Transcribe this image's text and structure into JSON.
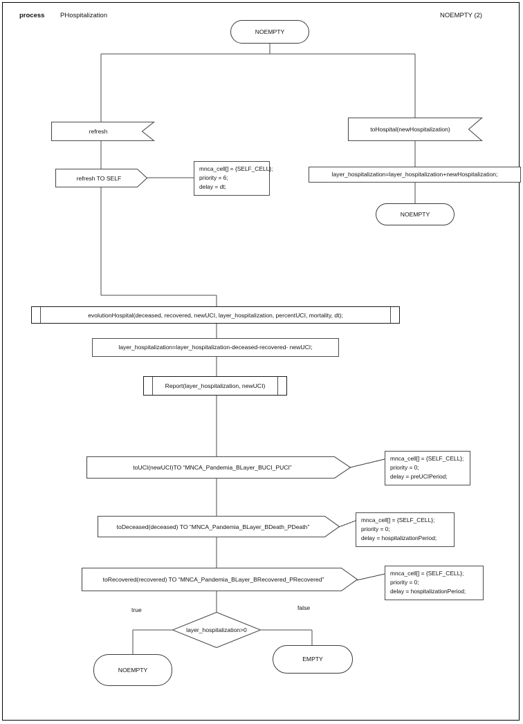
{
  "header": {
    "keyword": "process",
    "process_name": "PHospitalization",
    "state_right": "NOEMPTY (2)"
  },
  "nodes": {
    "start_terminal": "NOEMPTY",
    "refresh_signal": "refresh",
    "refresh_to_self": "refresh TO SELF",
    "refresh_note": "mnca_cell[] = {SELF_CELL};\npriority = 6;\ndelay = dt;",
    "to_hospital_signal": "toHospital(newHospitalization)",
    "hosp_assign": "layer_hospitalization=layer_hospitalization+newHospitalization;",
    "hosp_terminal": "NOEMPTY",
    "evolution_call": "evolutionHospital(deceased, recovered, newUCI, layer_hospitalization, percentUCI, mortality, dt);",
    "subtract_assign": "layer_hospitalization=layer_hospitalization-deceased-recovered- newUCI;",
    "report_call": "Report(layer_hospitalization, newUCI)",
    "to_uci_signal": "toUCI(newUCI)TO “MNCA_Pandemia_BLayer_BUCI_PUCI”",
    "to_uci_note": "mnca_cell[] = {SELF_CELL};\npriority = 0;\ndelay = preUCIPeriod;",
    "to_deceased_signal": "toDeceased(deceased) TO “MNCA_Pandemia_BLayer_BDeath_PDeath”",
    "to_deceased_note": "mnca_cell[] = {SELF_CELL};\npriority = 0;\ndelay = hospitalizationPeriod;",
    "to_recovered_signal": "toRecovered(recovered) TO “MNCA_Pandemia_BLayer_BRecovered_PRecovered”",
    "to_recovered_note": "mnca_cell[] = {SELF_CELL};\npriority = 0;\ndelay = hospitalizationPeriod;",
    "decision": "layer_hospitalization>0",
    "branch_true_label": "true",
    "branch_false_label": "false",
    "true_terminal": "NOEMPTY",
    "false_terminal": "EMPTY"
  },
  "colors": {
    "stroke": "#4a4a4a",
    "stroke_dark": "#1a1a1a",
    "background": "#ffffff",
    "text": "#111111"
  }
}
